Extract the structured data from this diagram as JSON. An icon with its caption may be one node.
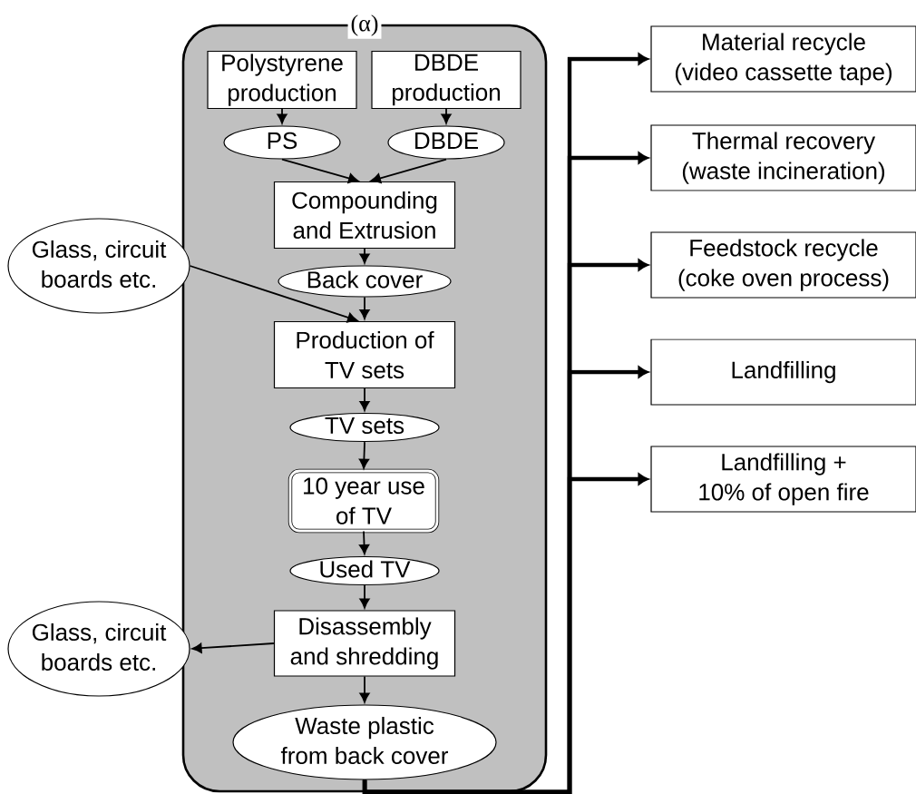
{
  "diagram": {
    "nodes": [
      {
        "text": [
          "(α)"
        ]
      },
      {
        "text": [
          "Polystyrene production"
        ],
        "in": 0
      },
      {
        "text": [
          "DBDE production"
        ],
        "in": 0
      },
      {
        "text": [
          "PS"
        ],
        "in": 0
      },
      {
        "text": [
          "DBDE"
        ],
        "in": 0
      },
      {
        "text": [
          "Compounding and Extrusion"
        ],
        "in": 0
      },
      {
        "text": [
          "Back cover"
        ],
        "in": 0
      },
      {
        "text": [
          "Production of TV sets"
        ],
        "in": 0
      },
      {
        "text": [
          "TV sets"
        ],
        "in": 0
      },
      {
        "text": [
          "10 year use of TV"
        ],
        "in": 0
      },
      {
        "text": [
          "Used TV"
        ],
        "in": 0
      },
      {
        "text": [
          "Disassembly and shredding"
        ],
        "in": 0
      },
      {
        "text": [
          "Waste plastic from back cover"
        ],
        "in": 0
      },
      {
        "text": [
          "Glass, circuit boards etc."
        ]
      },
      {
        "text": [
          "Glass, circuit boards etc."
        ]
      },
      {
        "text": [
          "Material recycle (video cassette tape)"
        ]
      },
      {
        "text": [
          "Thermal recovery (waste incineration)"
        ]
      },
      {
        "text": [
          "Feedstock recycle (coke oven process)"
        ]
      },
      {
        "text": [
          "Landfilling"
        ]
      },
      {
        "text": [
          "Landfilling + 10% of open fire"
        ]
      }
    ],
    "edges": [
      {
        "from": 1,
        "to": 3,
        "arrow": "to"
      },
      {
        "from": 2,
        "to": 4,
        "arrow": "to"
      },
      {
        "from": 3,
        "to": 5,
        "arrow": "to"
      },
      {
        "from": 4,
        "to": 5,
        "arrow": "to"
      },
      {
        "from": 5,
        "to": 6,
        "arrow": "to"
      },
      {
        "from": 13,
        "to": 7,
        "arrow": "to"
      },
      {
        "from": 6,
        "to": 7,
        "arrow": "to"
      },
      {
        "from": 7,
        "to": 8,
        "arrow": "to"
      },
      {
        "from": 8,
        "to": 9,
        "arrow": "to"
      },
      {
        "from": 9,
        "to": 10,
        "arrow": "to"
      },
      {
        "from": 10,
        "to": 11,
        "arrow": "to"
      },
      {
        "from": 11,
        "to": 14,
        "arrow": "to"
      },
      {
        "from": 11,
        "to": 12,
        "arrow": "to"
      },
      {
        "from": 12,
        "to": 15,
        "arrow": "to",
        "style": "thick"
      },
      {
        "from": 12,
        "to": 16,
        "arrow": "to",
        "style": "thick"
      },
      {
        "from": 12,
        "to": 17,
        "arrow": "to",
        "style": "thick"
      },
      {
        "from": 12,
        "to": 18,
        "arrow": "to",
        "style": "thick"
      },
      {
        "from": 12,
        "to": 19,
        "arrow": "to",
        "style": "thick"
      }
    ]
  }
}
